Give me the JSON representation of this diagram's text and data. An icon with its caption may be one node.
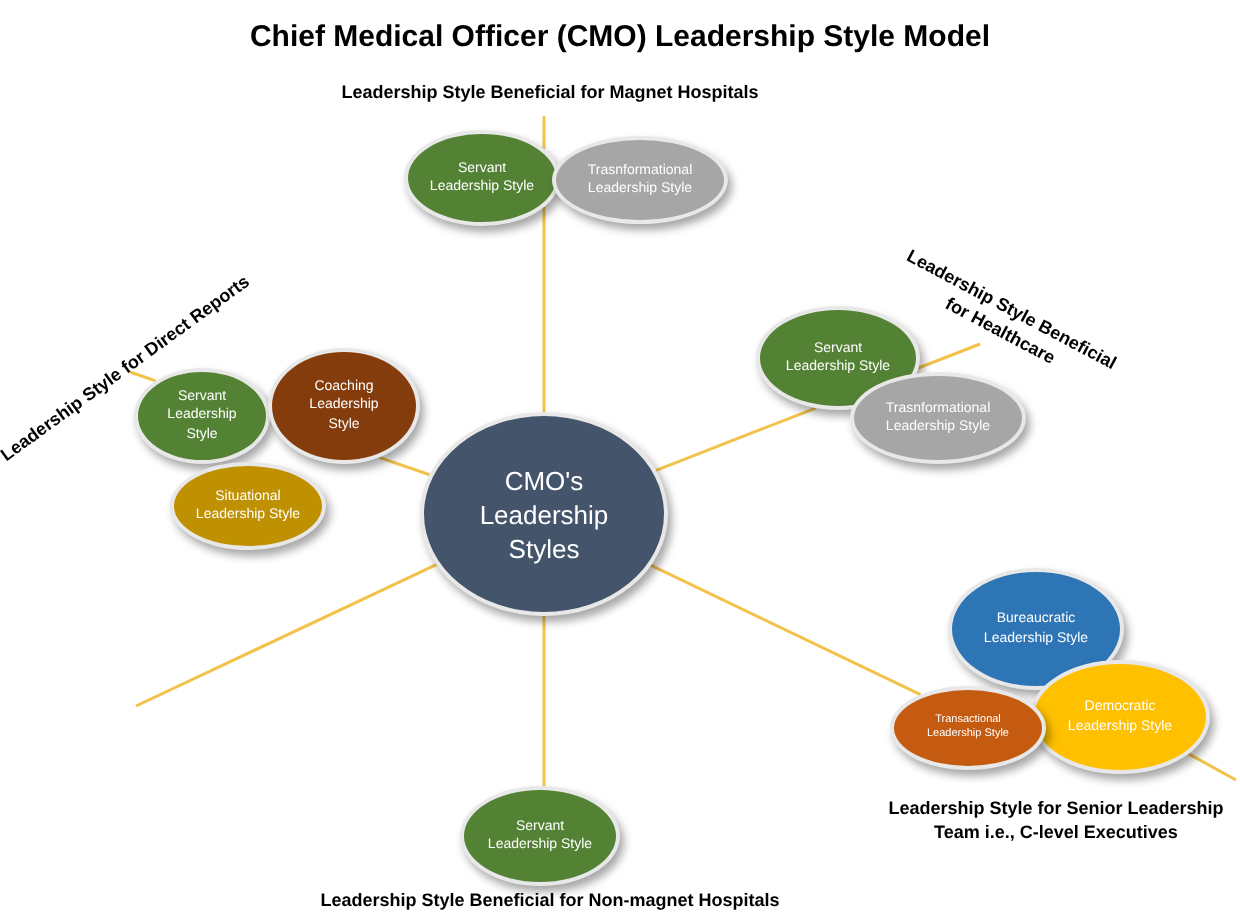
{
  "diagram": {
    "title": "Chief Medical Officer (CMO) Leadership Style Model",
    "nodes": [
      {
        "text": [
          "CMO's Leadership Styles"
        ]
      },
      {
        "text": [
          "Leadership Style Beneficial for Magnet Hospitals"
        ]
      },
      {
        "text": [
          "Servant Leadership Style"
        ]
      },
      {
        "text": [
          "Trasnformational Leadership Style"
        ]
      },
      {
        "text": [
          "Leadership Style for Direct Reports"
        ]
      },
      {
        "text": [
          "Servant Leadership Style"
        ]
      },
      {
        "text": [
          "Coaching Leadership Style"
        ]
      },
      {
        "text": [
          "Situational Leadership Style"
        ]
      },
      {
        "text": [
          "Leadership Style Beneficial for Healthcare"
        ]
      },
      {
        "text": [
          "Servant Leadership Style"
        ]
      },
      {
        "text": [
          "Trasnformational Leadership Style"
        ]
      },
      {
        "text": [
          "Bureaucratic Leadership Style"
        ]
      },
      {
        "text": [
          "Transactional Leadership Style"
        ]
      },
      {
        "text": [
          "Democratic Leadership Style"
        ]
      },
      {
        "text": [
          "Servant Leadership Style"
        ],
        "beside": [
          "Leadership Style Beneficial for Non-magnet Hospitals"
        ]
      },
      {
        "text": [
          "Leadership Style for Senior Leadership Team i.e., C-level Executives"
        ]
      }
    ],
    "edges": [
      {
        "from": 0,
        "to": 2,
        "arrow": "none"
      },
      {
        "from": 2,
        "to": 1,
        "arrow": "none"
      },
      {
        "from": 0,
        "to": 6,
        "arrow": "none"
      },
      {
        "from": 5,
        "to": 4,
        "arrow": "none"
      },
      {
        "from": 0,
        "to": 9,
        "arrow": "none"
      },
      {
        "from": 9,
        "to": 8,
        "arrow": "none"
      },
      {
        "from": 0,
        "to": null,
        "arrow": "none"
      },
      {
        "from": 0,
        "to": 12,
        "arrow": "none"
      },
      {
        "from": 13,
        "to": 15,
        "arrow": "none"
      },
      {
        "from": 0,
        "to": 14,
        "arrow": "none"
      }
    ]
  }
}
